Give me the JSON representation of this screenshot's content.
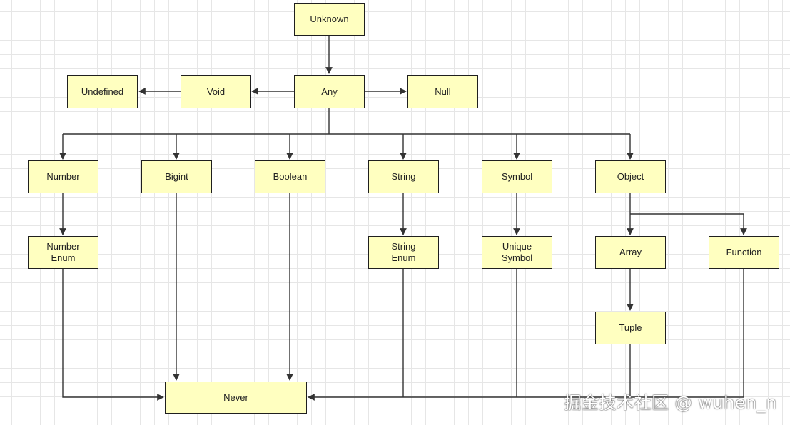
{
  "nodes": {
    "unknown": "Unknown",
    "any": "Any",
    "void": "Void",
    "undefined": "Undefined",
    "null": "Null",
    "number": "Number",
    "bigint": "Bigint",
    "boolean": "Boolean",
    "string": "String",
    "symbol": "Symbol",
    "object": "Object",
    "number_enum": "Number\nEnum",
    "string_enum": "String\nEnum",
    "unique_symbol": "Unique\nSymbol",
    "array": "Array",
    "function": "Function",
    "tuple": "Tuple",
    "never": "Never"
  },
  "watermark": "掘金技术社区 @ wuhen_n",
  "colors": {
    "node_fill": "#ffffc0",
    "node_border": "#1f1f1f",
    "edge": "#333333",
    "grid": "#e6e6e6"
  }
}
